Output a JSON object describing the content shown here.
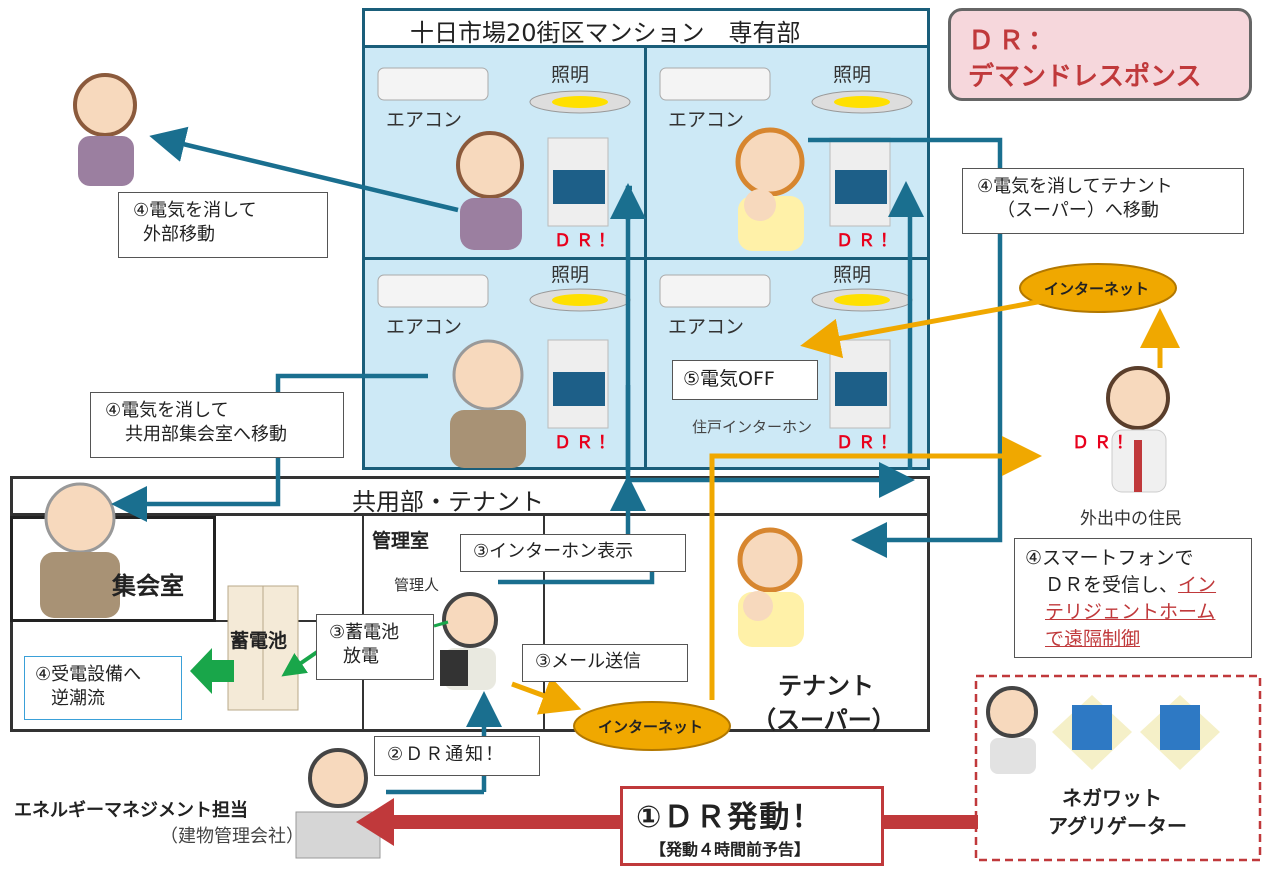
{
  "mansion_title": "十日市場20街区マンション　専有部",
  "dr_title": {
    "line1": "ＤＲ：",
    "line2": "デマンドレスポンス"
  },
  "units": [
    {
      "aircon": "エアコン",
      "light": "照明",
      "dr": "ＤＲ！"
    },
    {
      "aircon": "エアコン",
      "light": "照明",
      "dr": "ＤＲ！"
    },
    {
      "aircon": "エアコン",
      "light": "照明",
      "dr": "ＤＲ！"
    },
    {
      "aircon": "エアコン",
      "light": "照明",
      "dr": "ＤＲ！"
    }
  ],
  "unit4_off": "⑤電気OFF",
  "intercom_label": "住戸インターホン",
  "common_title": "共用部・テナント",
  "rooms": {
    "meeting": "集会室",
    "management": "管理室",
    "manager": "管理人",
    "battery": "蓄電池",
    "tenant_line1": "テナント",
    "tenant_line2": "（スーパー）"
  },
  "callouts": {
    "out_external": [
      "④電気を消して",
      "外部移動"
    ],
    "to_meeting": [
      "④電気を消して",
      "共用部集会室へ移動"
    ],
    "to_tenant": [
      "④電気を消してテナント",
      "（スーパー）へ移動"
    ],
    "intercom_display": "③インターホン表示",
    "battery_discharge": [
      "③蓄電池",
      "放電"
    ],
    "mail_send": "③メール送信",
    "reverse_flow": [
      "④受電設備へ",
      "逆潮流"
    ],
    "dr_notice": "②ＤＲ通知！",
    "smartphone": [
      "④スマートフォンで",
      "ＤＲを受信し、",
      "イン",
      "テリジェントホーム",
      "で遠隔制御"
    ]
  },
  "internet": [
    "インターネット",
    "インターネット"
  ],
  "outside_resident": "外出中の住民",
  "outside_dr": "ＤＲ！",
  "energy_manager": {
    "title": "エネルギーマネジメント担当",
    "company": "（建物管理会社）"
  },
  "dr_launch": {
    "main": "①ＤＲ発動！",
    "sub": "【発動４時間前予告】"
  },
  "aggregator": [
    "ネガワット",
    "アグリゲーター"
  ],
  "colors": {
    "blue_arrow": "#1a6f8f",
    "orange_arrow": "#f0a800",
    "red_arrow": "#c0393b",
    "green_arrow": "#19a64a",
    "unit_bg": "#cde9f6",
    "dr_red": "#e8001c"
  }
}
